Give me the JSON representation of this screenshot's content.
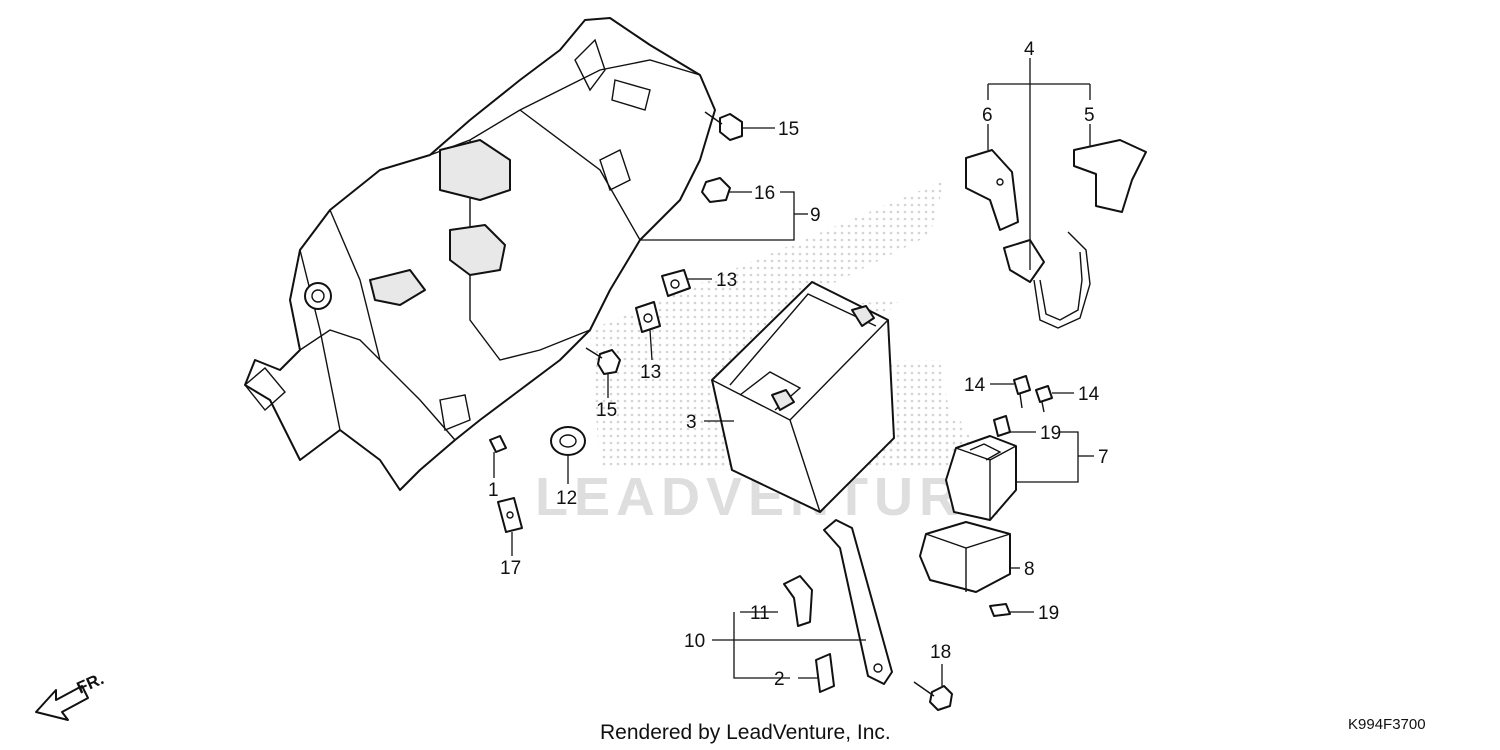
{
  "diagram": {
    "callouts": {
      "c1": "1",
      "c2": "2",
      "c3": "3",
      "c4": "4",
      "c5": "5",
      "c6": "6",
      "c7": "7",
      "c8": "8",
      "c9": "9",
      "c10": "10",
      "c11": "11",
      "c12": "12",
      "c13a": "13",
      "c13b": "13",
      "c14a": "14",
      "c14b": "14",
      "c15a": "15",
      "c15b": "15",
      "c16": "16",
      "c17": "17",
      "c18": "18",
      "c19a": "19",
      "c19b": "19"
    },
    "front_indicator": "FR.",
    "watermark": "LEADVENTURE",
    "footer": "Rendered by LeadVenture, Inc.",
    "drawing_code": "K994F3700"
  }
}
